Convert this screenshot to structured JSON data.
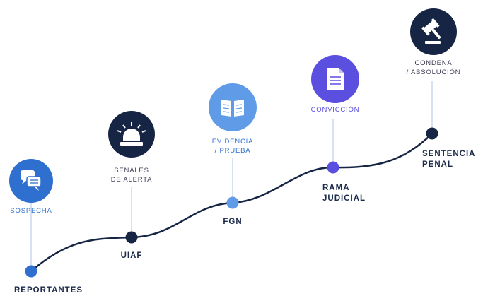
{
  "colors": {
    "navy": "#162544",
    "blue": "#2f6fcf",
    "light_blue": "#5f9be6",
    "purple": "#5b4fe0",
    "label_gray": "#3d3d55",
    "connector": "#c9d8ef"
  },
  "stages": [
    {
      "icon": "chat-bubbles-icon",
      "icon_label": "SOSPECHA",
      "node_label": [
        "REPORTANTES",
        ""
      ]
    },
    {
      "icon": "alarm-light-icon",
      "icon_label": [
        "SEÑALES",
        "DE ALERTA"
      ],
      "node_label": "UIAF"
    },
    {
      "icon": "open-book-icon",
      "icon_label": [
        "EVIDENCIA",
        "/ PRUEBA"
      ],
      "node_label": "FGN"
    },
    {
      "icon": "document-icon",
      "icon_label": "CONVICCIÓN",
      "node_label": [
        "RAMA",
        "JUDICIAL"
      ]
    },
    {
      "icon": "gavel-icon",
      "icon_label": [
        "CONDENA",
        "/ ABSOLUCIÓN"
      ],
      "node_label": [
        "SENTENCIA",
        "PENAL"
      ]
    }
  ]
}
